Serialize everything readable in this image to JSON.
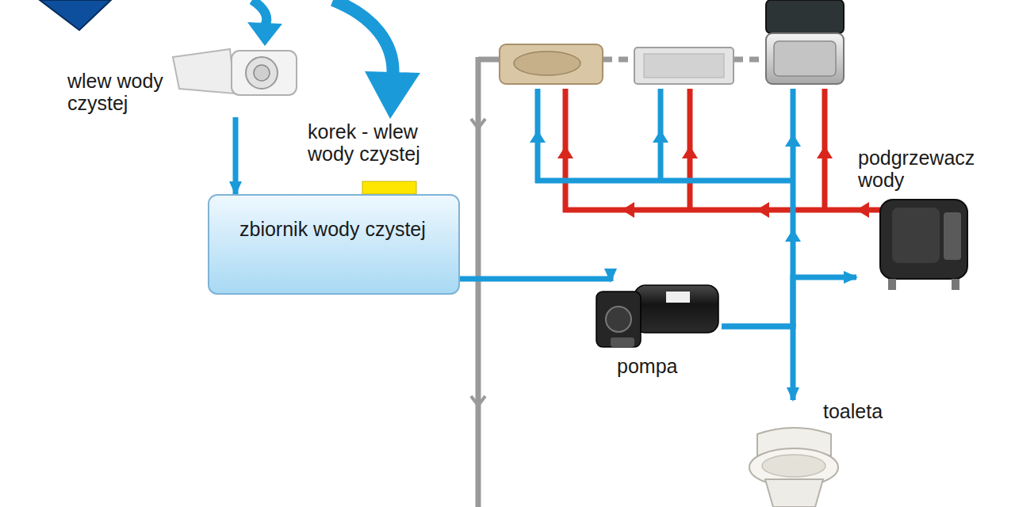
{
  "diagram": {
    "nodes": [
      {
        "text": [
          "wlew wody czystej"
        ]
      },
      {
        "text": [
          "zbiornik wody czystej"
        ]
      },
      {
        "text": [
          "pompa"
        ]
      },
      {
        "text": [
          "podgrzewacz wody"
        ]
      },
      {
        "text": [
          "toaleta"
        ]
      }
    ],
    "edges": [
      {
        "from": 0,
        "to": 1,
        "arrow": "to"
      },
      {
        "from": 1,
        "to": 2,
        "arrow": "to"
      },
      {
        "from": 2,
        "to": 3,
        "arrow": "to"
      },
      {
        "from": 2,
        "to": 4,
        "arrow": "to"
      }
    ],
    "labels": [
      "korek - wlew wody czystej"
    ]
  }
}
